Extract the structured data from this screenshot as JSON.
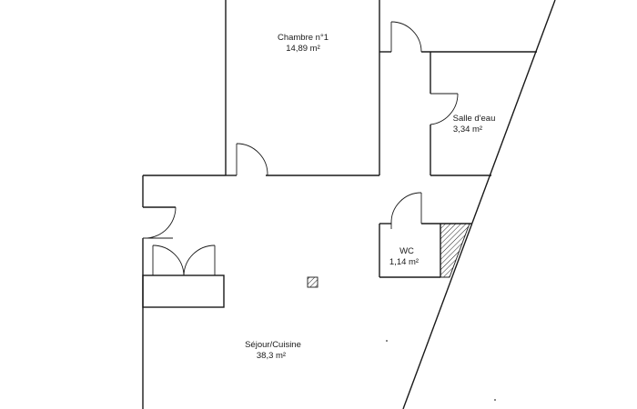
{
  "rooms": [
    {
      "name": "Chambre n°1",
      "area": "14,89  m²"
    },
    {
      "name": "Salle d'eau",
      "area": "3,34  m²"
    },
    {
      "name": "WC",
      "area": "1,14  m²"
    },
    {
      "name": "Séjour/Cuisine",
      "area": "38,3  m²"
    }
  ]
}
